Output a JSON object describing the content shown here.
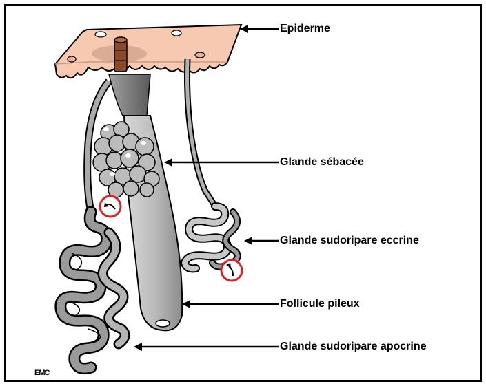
{
  "labels": {
    "epiderme": "Epiderme",
    "glande_sebacee": "Glande sébacée",
    "glande_eccrine": "Glande sudoripare eccrine",
    "follicule": "Follicule pileux",
    "glande_apocrine": "Glande sudoripare apocrine"
  },
  "signature": "EMC",
  "colors": {
    "skin": "#f6c9b0",
    "skin_dark": "#c99a84",
    "gland_gray": "#9a9a9a",
    "gland_light": "#d6d6d6",
    "highlight_circle": "#e11e1e",
    "hair": "#8a4a2a"
  }
}
